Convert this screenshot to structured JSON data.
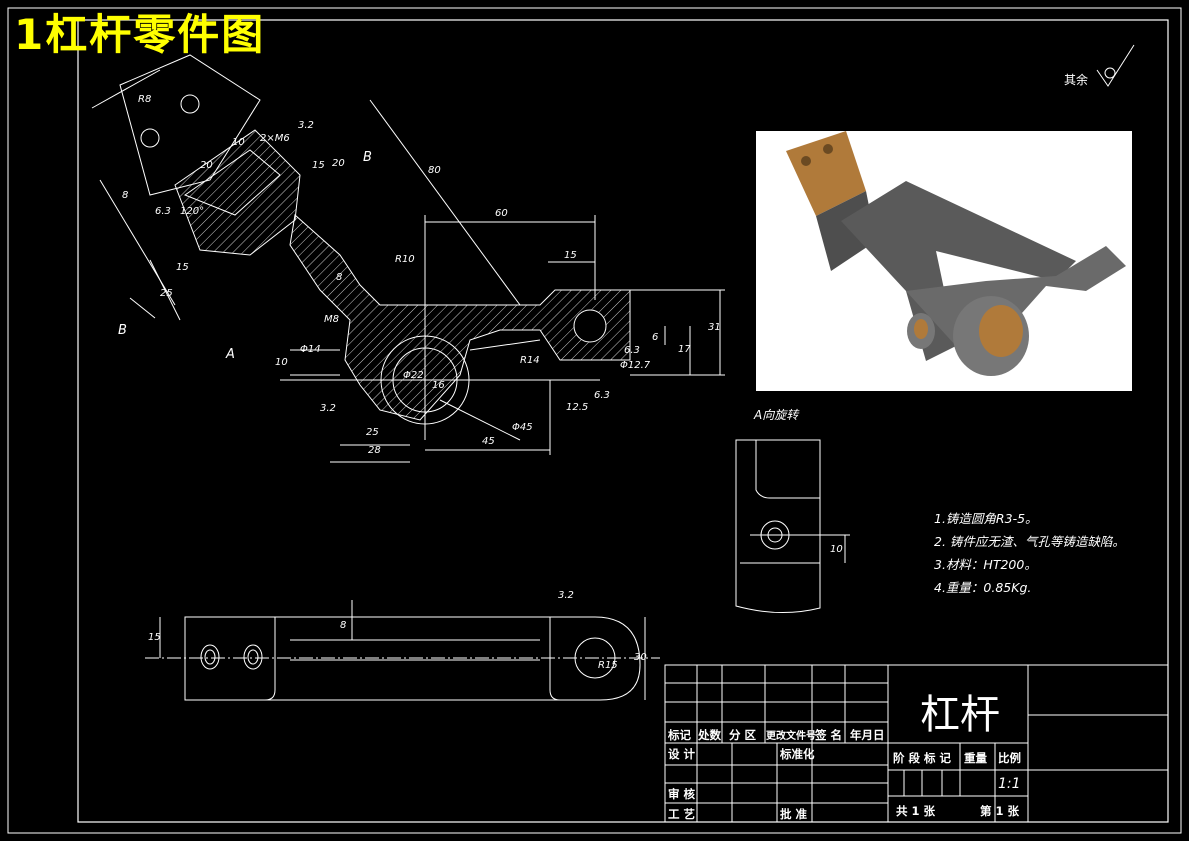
{
  "drawing": {
    "title": "1杠杆零件图",
    "part_name": "杠杆",
    "roughness_note": "其余",
    "view_label": "A向旋转",
    "section_labels": {
      "b_top": "B",
      "b_left": "B",
      "a_left": "A"
    },
    "dimensions": {
      "r8": "R8",
      "d8a": "8",
      "d20a": "20",
      "d10": "10",
      "d2m6": "2×M6",
      "r32a": "3.2",
      "d15a": "15",
      "d20b": "20",
      "d80": "80",
      "d63a": "6.3",
      "d120": "120°",
      "d60": "60",
      "d15b": "15",
      "d15c": "15",
      "d25a": "25",
      "r10": "R10",
      "d8b": "8",
      "m8": "M8",
      "d14a": "Φ14",
      "d10b": "10",
      "d32b": "3.2",
      "d25b": "25",
      "d28": "28",
      "d22": "Φ22",
      "d16": "16",
      "d45a": "45",
      "d45b": "Φ45",
      "r14": "R14",
      "d63b": "6.3",
      "d127": "Φ12.7",
      "d125": "12.5",
      "d63c": "6.3",
      "d6": "6",
      "d17": "17",
      "d31": "31",
      "d10c": "10",
      "d15d": "15",
      "d8c": "8",
      "d32c": "3.2",
      "r15": "R15",
      "d30": "30"
    },
    "notes": [
      "1.铸造圆角R3-5。",
      "2. 铸件应无渣、气孔等铸造缺陷。",
      "3.材料：HT200。",
      "4.重量：0.85Kg."
    ],
    "title_block": {
      "row_header": [
        "标记",
        "处数",
        "分 区",
        "更改文件号",
        "签 名",
        "年月日"
      ],
      "design": "设 计",
      "standard": "标准化",
      "review": "审 核",
      "process": "工 艺",
      "approve": "批 准",
      "stage_header": [
        "阶 段 标 记",
        "重量",
        "比例"
      ],
      "scale": "1:1",
      "sheets_total": "共 1 张",
      "sheet_no": "第 1 张"
    },
    "colors": {
      "background": "#000000",
      "lines": "#ffffff",
      "title": "#ffff00",
      "part_body": "#5a5a5a",
      "bushing": "#b07a3a"
    }
  }
}
